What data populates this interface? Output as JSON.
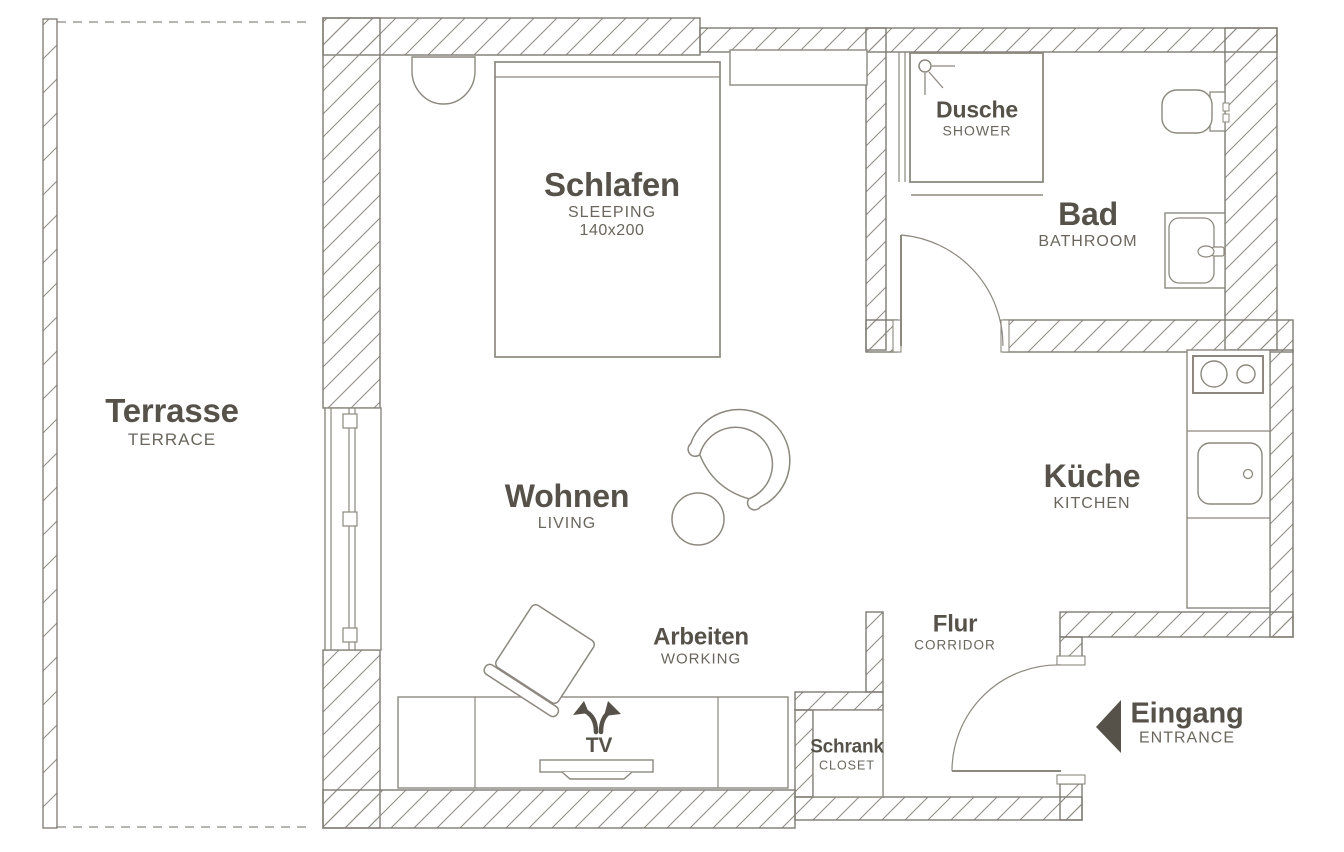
{
  "plan": {
    "rooms": [
      {
        "id": "terrasse",
        "title": "Terrasse",
        "subtitle": "TERRACE"
      },
      {
        "id": "schlafen",
        "title": "Schlafen",
        "subtitle": "SLEEPING",
        "detail": "140x200"
      },
      {
        "id": "dusche",
        "title": "Dusche",
        "subtitle": "SHOWER"
      },
      {
        "id": "bad",
        "title": "Bad",
        "subtitle": "BATHROOM"
      },
      {
        "id": "kueche",
        "title": "Küche",
        "subtitle": "KITCHEN"
      },
      {
        "id": "wohnen",
        "title": "Wohnen",
        "subtitle": "LIVING"
      },
      {
        "id": "arbeiten",
        "title": "Arbeiten",
        "subtitle": "WORKING"
      },
      {
        "id": "flur",
        "title": "Flur",
        "subtitle": "CORRIDOR"
      },
      {
        "id": "schrank",
        "title": "Schrank",
        "subtitle": "CLOSET"
      },
      {
        "id": "eingang",
        "title": "Eingang",
        "subtitle": "ENTRANCE"
      }
    ],
    "tv_label": "TV",
    "colors": {
      "background": "#FFFFFF",
      "wall_line": "#7E7A73",
      "hatch_line": "#918E87",
      "furniture_line": "#8C887F",
      "text_primary": "#56524A",
      "text_secondary": "#6A665E",
      "entrance_arrow": "#56524A"
    }
  }
}
